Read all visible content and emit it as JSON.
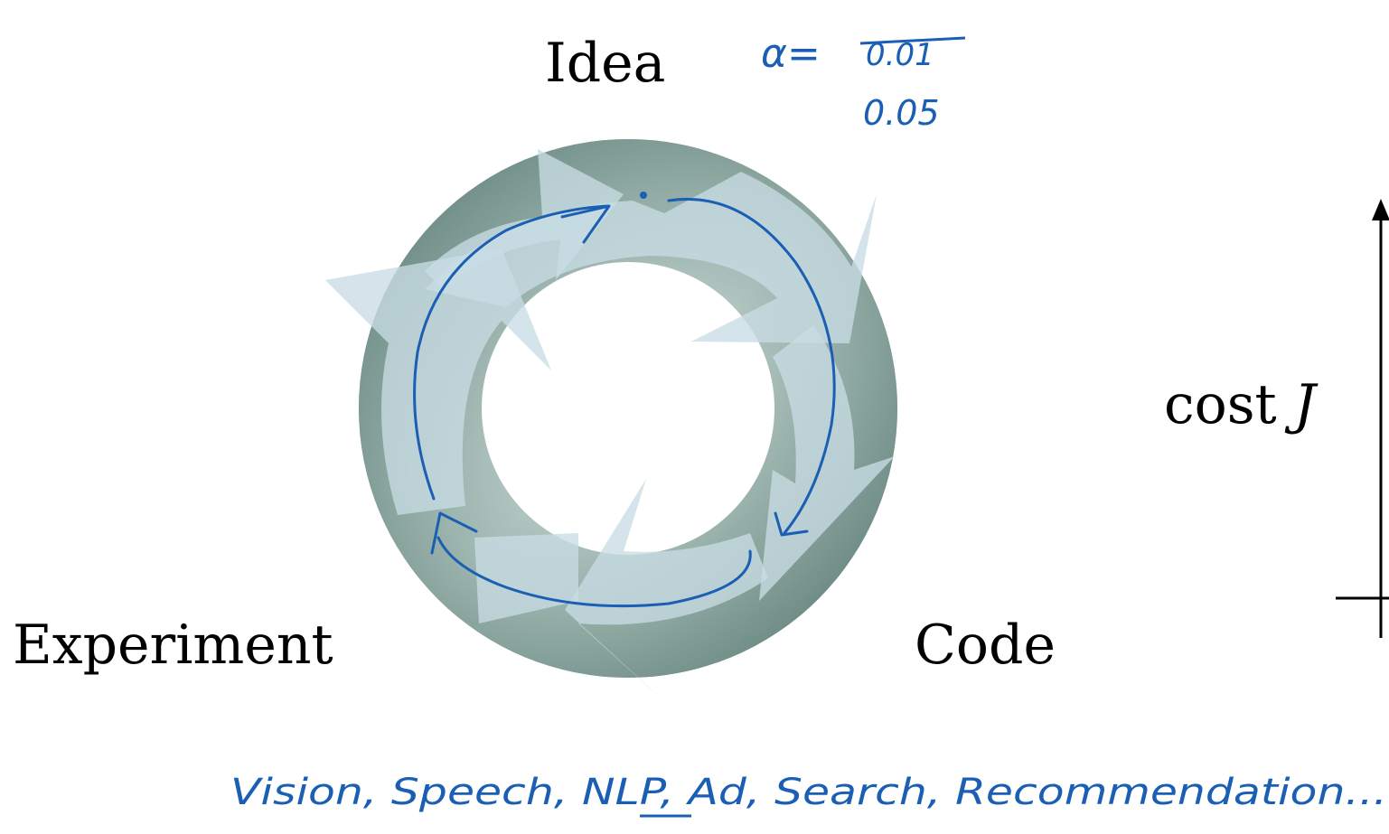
{
  "diagram": {
    "nodes": {
      "idea": "Idea",
      "experiment": "Experiment",
      "code": "Code"
    },
    "axis_label": {
      "text": "cost",
      "variable": "J"
    },
    "annotations": {
      "alpha_symbol": "α=",
      "alpha_old": "0.01",
      "alpha_new": "0.05",
      "domains_line": "Vision, Speech, NLP, Ad, Search, Recommendation..."
    },
    "colors": {
      "ring_dark": "#6f8f88",
      "ring_light": "#b6c9c4",
      "arrow_fill": "#c4d9e2",
      "ink_blue": "#1a5fb4",
      "axis": "#000000"
    }
  }
}
